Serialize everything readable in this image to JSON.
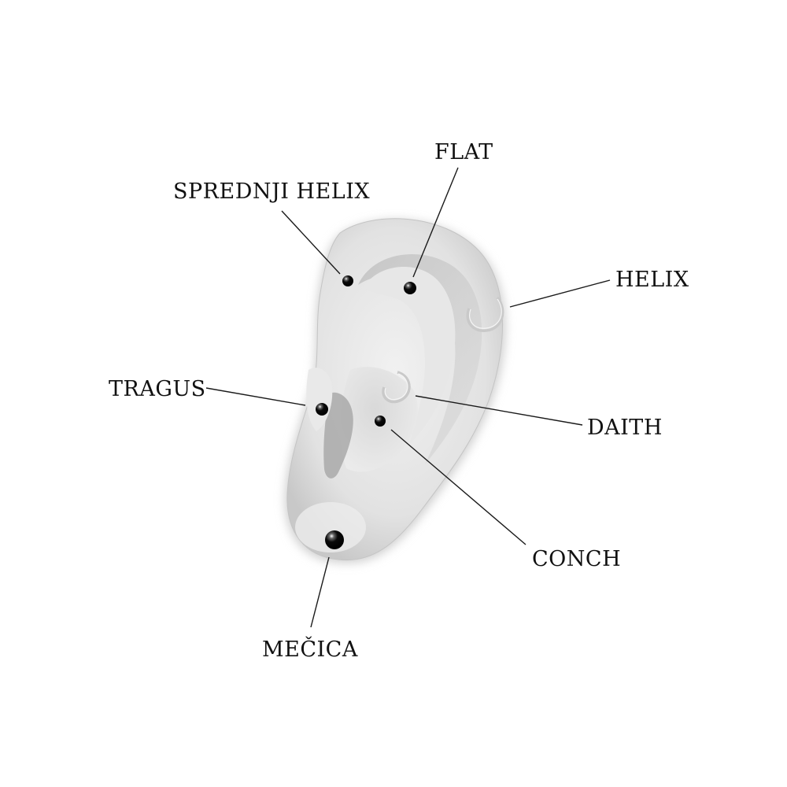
{
  "labels": {
    "flat": "FLAT",
    "sprednji_helix": "SPREDNJI HELIX",
    "helix": "HELIX",
    "tragus": "TRAGUS",
    "daith": "DAITH",
    "conch": "CONCH",
    "mecica": "MEČICA"
  },
  "colors": {
    "ear_fill": "#e3e3e3",
    "ear_shadow": "#bdbdbd",
    "stud": "#0a0a0a",
    "ring": "#c9c9c9",
    "text": "#111111"
  }
}
